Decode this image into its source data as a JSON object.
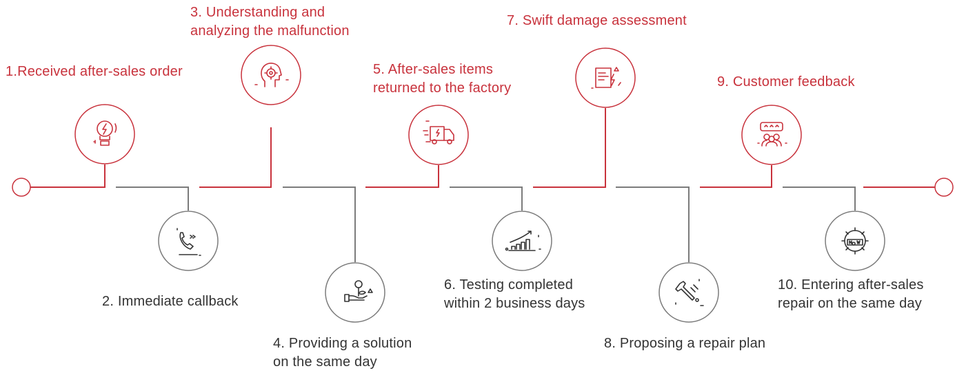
{
  "colors": {
    "accent": "#c8323c",
    "neutral": "#7b7b7b",
    "text_dark": "#333333",
    "background": "#ffffff"
  },
  "steps": [
    {
      "number": 1,
      "label": "1.Received after-sales order",
      "icon": "lightbulb-lightning-icon",
      "side": "top",
      "color": "accent"
    },
    {
      "number": 2,
      "label": "2. Immediate callback",
      "icon": "phone-callback-icon",
      "side": "bottom",
      "color": "neutral"
    },
    {
      "number": 3,
      "label_lines": [
        "3. Understanding and",
        "analyzing the malfunction"
      ],
      "icon": "head-gear-icon",
      "side": "top",
      "color": "accent"
    },
    {
      "number": 4,
      "label_lines": [
        "4. Providing a solution",
        "on the same day"
      ],
      "icon": "hand-plant-icon",
      "side": "bottom",
      "color": "neutral"
    },
    {
      "number": 5,
      "label_lines": [
        "5. After-sales items",
        "returned to the factory"
      ],
      "icon": "delivery-truck-icon",
      "side": "top",
      "color": "accent"
    },
    {
      "number": 6,
      "label_lines": [
        "6. Testing completed",
        "within 2 business days"
      ],
      "icon": "growth-chart-icon",
      "side": "bottom",
      "color": "neutral"
    },
    {
      "number": 7,
      "label": "7. Swift damage assessment",
      "icon": "damage-report-icon",
      "side": "top",
      "color": "accent"
    },
    {
      "number": 8,
      "label": "8. Proposing a repair plan",
      "icon": "wrench-tool-icon",
      "side": "bottom",
      "color": "neutral"
    },
    {
      "number": 9,
      "label": "9. Customer feedback",
      "icon": "customer-rating-icon",
      "side": "top",
      "color": "accent"
    },
    {
      "number": 10,
      "label_lines": [
        "10. Entering after-sales",
        "repair on the same day"
      ],
      "icon": "now-badge-icon",
      "side": "bottom",
      "color": "neutral"
    }
  ]
}
